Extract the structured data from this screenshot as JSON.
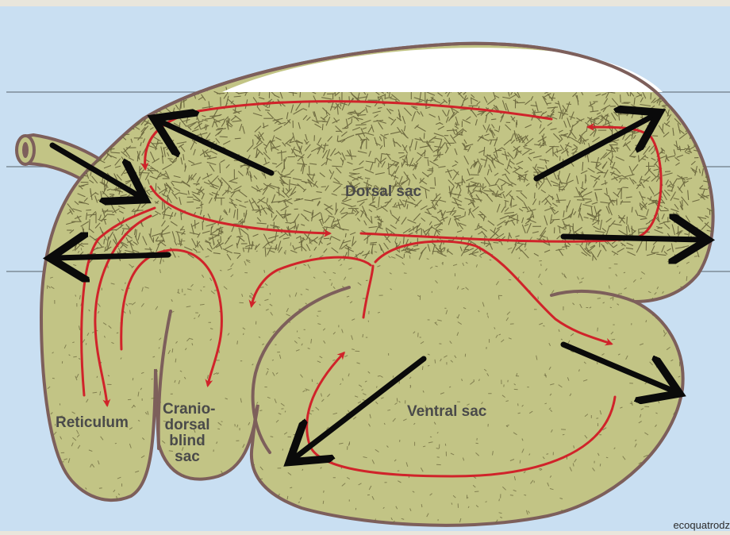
{
  "diagram": {
    "labels": {
      "dorsal_sac": "Dorsal sac",
      "ventral_sac": "Ventral sac",
      "reticulum": "Reticulum",
      "craniodorsal_blind_sac": [
        "Cranio-",
        "dorsal",
        "blind",
        "sac"
      ]
    },
    "credit": "ecoquatrodz"
  },
  "colors": {
    "background": "#c9dff2",
    "frame": "#e9e6dc",
    "organ_fill": "#c2c485",
    "outline": "#7d5f5b",
    "gas_cap": "#ffffff",
    "mat_fibre": "#6e6a40",
    "flow_arrow": "#d0232a",
    "contraction_arrow": "#0a0a0a",
    "guide_line": "#6e7a86"
  },
  "icons": {
    "flow": "red-flow-arrow-icon",
    "contraction": "black-contraction-arrow-icon",
    "oesophagus": "oesophagus-tube-icon"
  }
}
